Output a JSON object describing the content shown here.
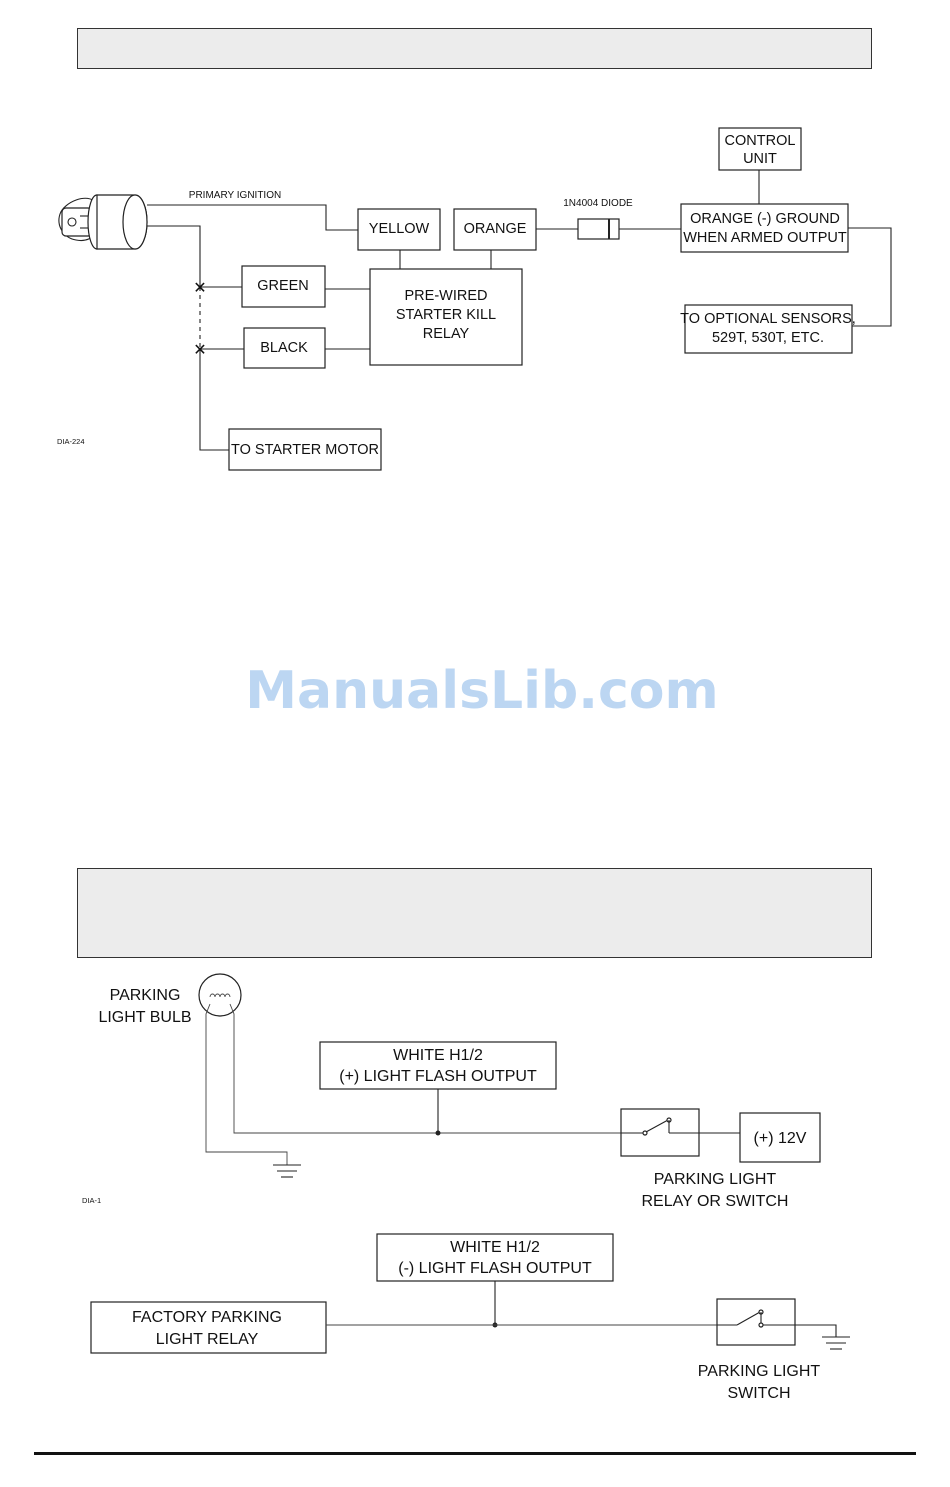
{
  "top_diagram": {
    "primary_ignition": "PRIMARY IGNITION",
    "yellow": "YELLOW",
    "orange": "ORANGE",
    "diode": "1N4004 DIODE",
    "control_unit": [
      "CONTROL",
      "UNIT"
    ],
    "orange_output": [
      "ORANGE (-) GROUND",
      "WHEN ARMED OUTPUT"
    ],
    "green": "GREEN",
    "black": "BLACK",
    "relay": [
      "PRE-WIRED",
      "STARTER KILL",
      "RELAY"
    ],
    "sensors": [
      "TO OPTIONAL SENSORS,",
      "529T, 530T, ETC."
    ],
    "starter_motor": "TO STARTER MOTOR",
    "diagram_id": "DIA-224"
  },
  "watermark": "ManualsLib.com",
  "bottom_diagram": {
    "bulb_label": [
      "PARKING",
      "LIGHT BULB"
    ],
    "white_pos": [
      "WHITE H1/2",
      "(+) LIGHT FLASH OUTPUT"
    ],
    "plus12v": "(+) 12V",
    "relay_or_switch": [
      "PARKING LIGHT",
      "RELAY OR SWITCH"
    ],
    "diagram_id": "DIA-1",
    "white_neg": [
      "WHITE H1/2",
      "(-) LIGHT FLASH OUTPUT"
    ],
    "factory_relay": [
      "FACTORY PARKING",
      "LIGHT RELAY"
    ],
    "switch_label": [
      "PARKING LIGHT",
      "SWITCH"
    ]
  }
}
